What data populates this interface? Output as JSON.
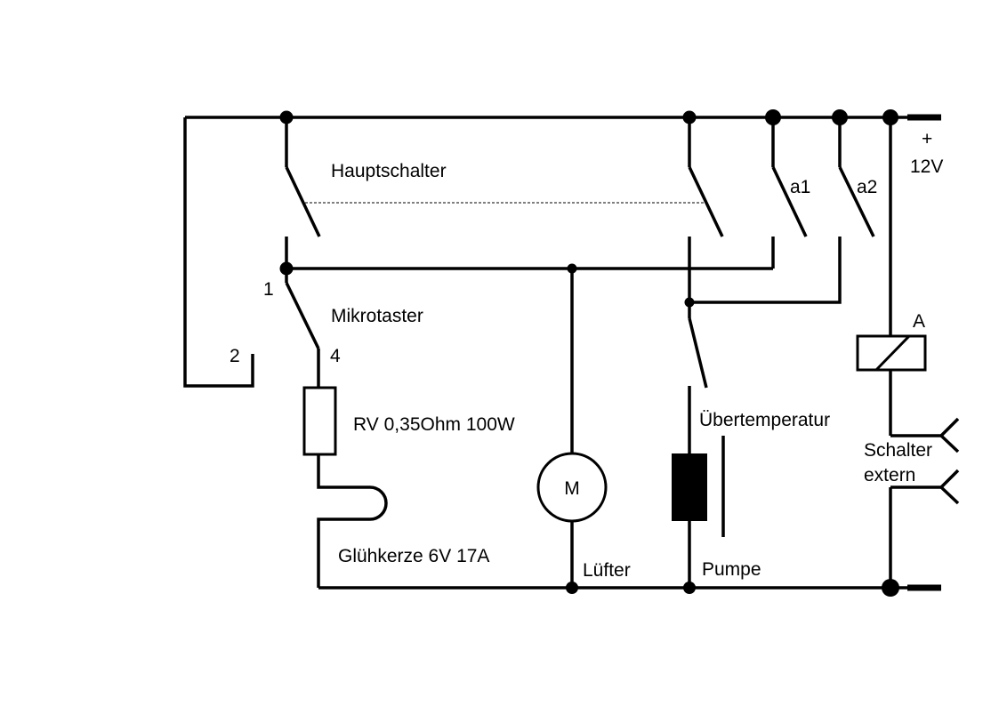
{
  "labels": {
    "main_switch": "Hauptschalter",
    "microswitch": "Mikrotaster",
    "contact_1": "1",
    "contact_2": "2",
    "contact_4": "4",
    "resistor": "RV 0,35Ohm 100W",
    "glow_plug": "Glühkerze 6V 17A",
    "motor_symbol": "M",
    "fan": "Lüfter",
    "overtemp": "Übertemperatur",
    "pump": "Pumpe",
    "relay_contact_a1": "a1",
    "relay_contact_a2": "a2",
    "relay_coil": "A",
    "ext_switch_line1": "Schalter",
    "ext_switch_line2": "extern",
    "plus_sign": "+",
    "voltage": "12V"
  }
}
